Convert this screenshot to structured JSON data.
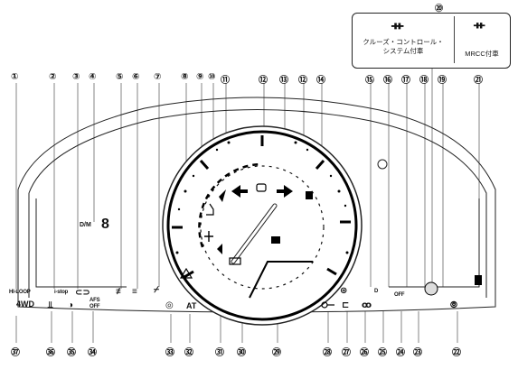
{
  "callout": {
    "number": "⑳",
    "left_caption_line1": "クルーズ・コントロール・",
    "left_caption_line2": "システム付車",
    "right_caption": "MRCC付車"
  },
  "indicators": {
    "hi_loop": "HI-LOOP",
    "i_stop": "i-stop",
    "fourwd": "4WD",
    "afs_off_line1": "AFS",
    "afs_off_line2": "OFF",
    "at": "AT",
    "gear_display": "D/M",
    "gear_digit": "8",
    "dsc": "D",
    "off": "OFF"
  },
  "numbers_top": [
    "①",
    "②",
    "③",
    "④",
    "⑤",
    "⑥",
    "⑦",
    "⑧",
    "⑨",
    "⑩",
    "⑪",
    "⑫",
    "⑬",
    "⑫",
    "⑭",
    "⑮",
    "⑯",
    "⑰",
    "⑱",
    "⑲",
    "㉑"
  ],
  "numbers_bottom": [
    "㊲",
    "㊱",
    "㉟",
    "㉞",
    "㉝",
    "㉜",
    "㉛",
    "㉚",
    "㉙",
    "㉘",
    "㉗",
    "㉖",
    "㉕",
    "㉔",
    "㉓",
    "㉒"
  ]
}
